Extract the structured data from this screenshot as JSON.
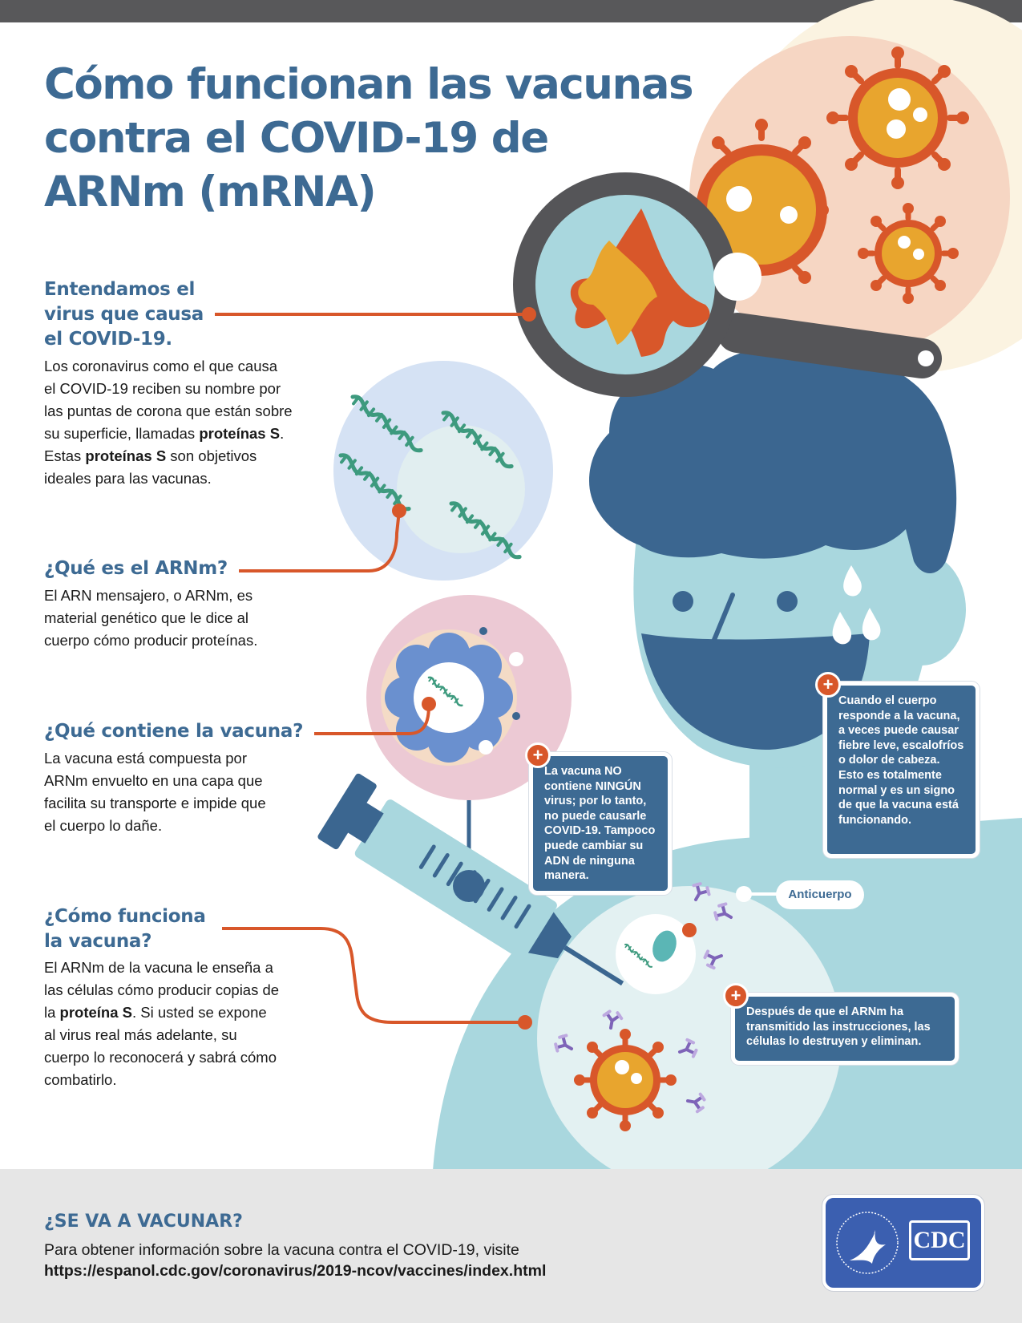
{
  "title_lines": [
    "Cómo funcionan las vacunas",
    "contra el COVID-19 de",
    "ARNm (mRNA)"
  ],
  "sections": [
    {
      "heading_lines": [
        "Entendamos el",
        "virus que causa",
        "el COVID-19."
      ],
      "body": {
        "part1": "Los coronavirus como el que causa el COVID-19 reciben su nombre por las puntas de corona que están sobre su superficie, llamadas ",
        "bold1": "proteínas S",
        "part2": ". Estas ",
        "bold2": "proteínas S",
        "part3": " son objetivos ideales para las vacunas."
      }
    },
    {
      "heading_lines": [
        "¿Qué es el ARNm?"
      ],
      "body_text": "El ARN mensajero, o ARNm, es material genético que le dice al cuerpo cómo producir proteínas."
    },
    {
      "heading_lines": [
        "¿Qué contiene la vacuna?"
      ],
      "body_text": "La vacuna está compuesta por ARNm envuelto en una capa que facilita su transporte e impide que el cuerpo lo dañe."
    },
    {
      "heading_lines": [
        "¿Cómo funciona",
        "la vacuna?"
      ],
      "body": {
        "part1": "El ARNm de la vacuna le enseña a las células cómo producir copias de la ",
        "bold1": "proteína S",
        "part2": ". Si usted se expone al virus real más adelante, su cuerpo lo reconocerá y sabrá cómo combatirlo."
      }
    }
  ],
  "callouts": {
    "vaccine": {
      "t1": "La vacuna ",
      "b1": "NO",
      "t2": " contiene ",
      "b2": "NINGÚN",
      "t3": " virus; por lo tanto, no puede causarle COVID-19. Tampoco puede cambiar su ADN de ninguna manera."
    },
    "body_response": "Cuando el cuerpo responde a la vacuna, a veces puede causar fiebre leve, escalofríos o dolor de cabeza. Esto es totalmente normal y es un signo de que la vacuna está funcionando.",
    "cells": "Después de que el ARNm ha transmitido las instrucciones, las células lo destruyen y eliminan.",
    "plus_symbol": "+"
  },
  "antibody_label": "Anticuerpo",
  "footer": {
    "heading": "¿SE VA A VACUNAR?",
    "text": "Para obtener información sobre la vacuna contra el COVID-19, visite",
    "url": "https://espanol.cdc.gov/coronavirus/2019-ncov/vaccines/index.html"
  },
  "logo": {
    "agency": "CDC"
  },
  "icons": [
    "coronavirus-icon",
    "magnifying-glass-icon",
    "rna-strand-icon",
    "lipid-nanoparticle-icon",
    "syringe-icon",
    "antibody-icon",
    "person-with-mask-icon",
    "tear-drop-icon",
    "plus-icon",
    "hhs-eagle-icon"
  ],
  "colors": {
    "title_blue": "#3d6a93",
    "accent_orange": "#d8572a",
    "virus_yellow": "#e8a52e",
    "skin_teal": "#a9d7de",
    "rna_green": "#3d9a7e",
    "antibody_purple": "#7e64b8",
    "footer_gray": "#e6e6e6",
    "cdc_blue": "#3b5fb0"
  }
}
